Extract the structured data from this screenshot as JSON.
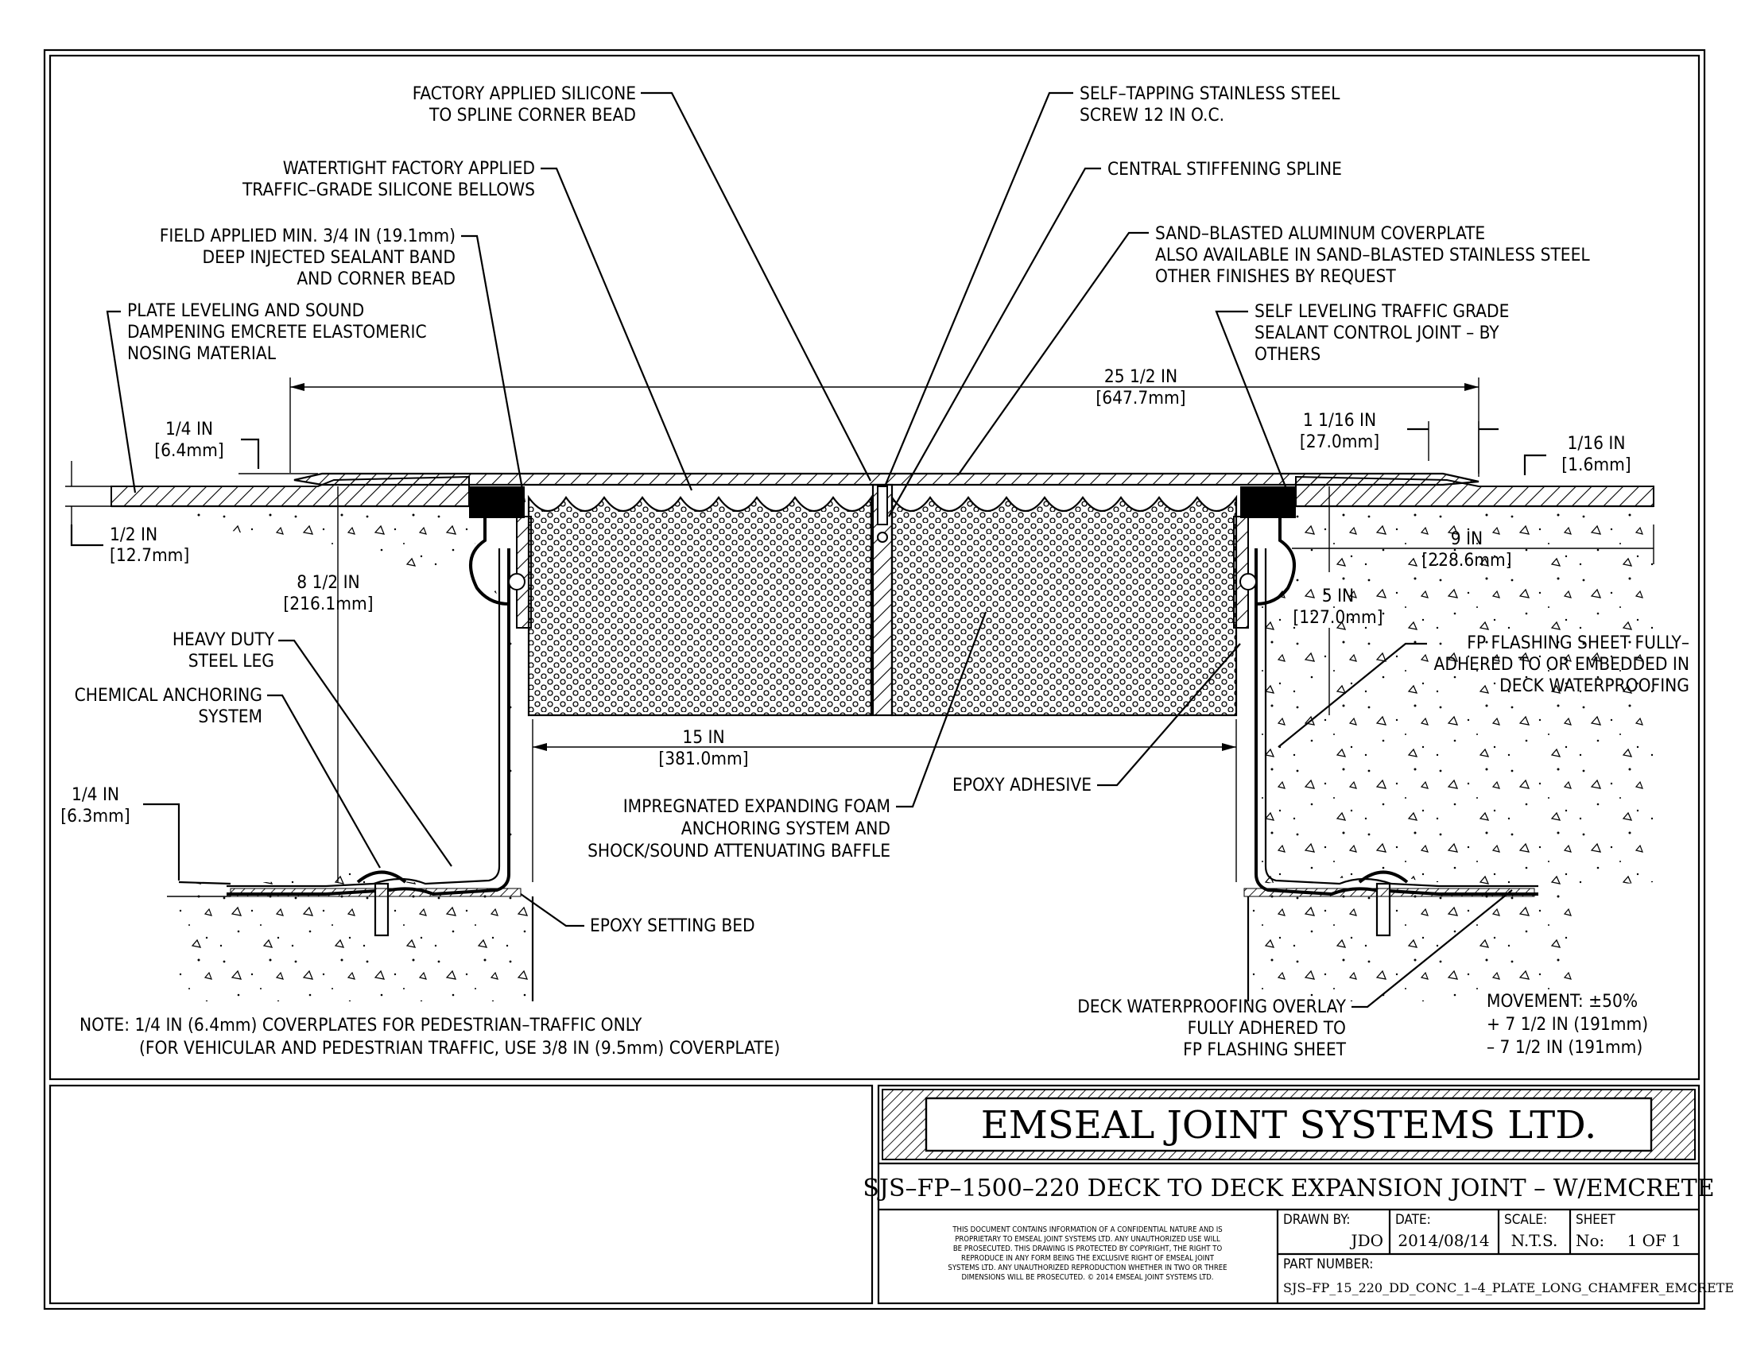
{
  "callouts": {
    "silicone_bead": [
      "FACTORY APPLIED SILICONE",
      "TO SPLINE CORNER BEAD"
    ],
    "bellows": [
      "WATERTIGHT FACTORY APPLIED",
      "TRAFFIC–GRADE SILICONE BELLOWS"
    ],
    "sealant_band": [
      "FIELD APPLIED MIN. 3/4 IN (19.1mm)",
      "DEEP INJECTED SEALANT BAND",
      "AND CORNER BEAD"
    ],
    "nosing": [
      "PLATE LEVELING AND SOUND",
      "DAMPENING EMCRETE ELASTOMERIC",
      "NOSING MATERIAL"
    ],
    "screw": [
      "SELF–TAPPING STAINLESS STEEL",
      "SCREW 12 IN O.C."
    ],
    "spline": [
      "CENTRAL STIFFENING SPLINE"
    ],
    "coverplate": [
      "SAND–BLASTED ALUMINUM COVERPLATE",
      "ALSO AVAILABLE IN SAND–BLASTED STAINLESS STEEL",
      "OTHER FINISHES BY REQUEST"
    ],
    "control_joint": [
      "SELF LEVELING TRAFFIC GRADE",
      "SEALANT CONTROL JOINT – BY",
      "OTHERS"
    ],
    "steel_leg": [
      "HEAVY DUTY",
      "STEEL LEG"
    ],
    "anchoring": [
      "CHEMICAL ANCHORING",
      "SYSTEM"
    ],
    "foam": [
      "IMPREGNATED EXPANDING FOAM",
      "ANCHORING SYSTEM AND",
      "SHOCK/SOUND ATTENUATING BAFFLE"
    ],
    "epoxy_adhesive": [
      "EPOXY ADHESIVE"
    ],
    "flashing": [
      "FP FLASHING SHEET FULLY–",
      "ADHERED TO OR EMBEDDED IN",
      "DECK WATERPROOFING"
    ],
    "setting_bed": [
      "EPOXY SETTING BED"
    ],
    "overlay": [
      "DECK WATERPROOFING OVERLAY",
      "FULLY ADHERED TO",
      "FP FLASHING SHEET"
    ]
  },
  "dimensions": {
    "overall": [
      "25 1/2 IN",
      "[647.7mm]"
    ],
    "plate_left": [
      "1/4 IN",
      "[6.4mm]"
    ],
    "nosing_depth": [
      "1/2 IN",
      "[12.7mm]"
    ],
    "leg_height": [
      "8 1/2 IN",
      "[216.1mm]"
    ],
    "gap": [
      "15 IN",
      "[381.0mm]"
    ],
    "flange": [
      "1/4 IN",
      "[6.3mm]"
    ],
    "chamfer": [
      "1 1/16 IN",
      "[27.0mm]"
    ],
    "plate_edge": [
      "1/16 IN",
      "[1.6mm]"
    ],
    "nosing_width": [
      "9 IN",
      "[228.6mm]"
    ],
    "spline_depth": [
      "5 IN",
      "[127.0mm]"
    ]
  },
  "note": [
    "NOTE: 1/4 IN (6.4mm) COVERPLATES FOR PEDESTRIAN–TRAFFIC ONLY",
    "(FOR VEHICULAR AND PEDESTRIAN TRAFFIC, USE 3/8 IN (9.5mm) COVERPLATE)"
  ],
  "movement": [
    "MOVEMENT: ±50%",
    "+ 7 1/2 IN (191mm)",
    "– 7 1/2 IN (191mm)"
  ],
  "title_block": {
    "company": "EMSEAL  JOINT  SYSTEMS  LTD.",
    "drawing_title": "SJS–FP–1500–220   DECK TO DECK EXPANSION JOINT  –  W/EMCRETE",
    "disclaimer": [
      "THIS DOCUMENT CONTAINS INFORMATION OF A CONFIDENTIAL NATURE AND IS",
      "PROPRIETARY TO EMSEAL JOINT SYSTEMS LTD. ANY UNAUTHORIZED USE WILL",
      "BE PROSECUTED. THIS DRAWING IS PROTECTED BY COPYRIGHT, THE RIGHT TO",
      "REPRODUCE IN ANY FORM BEING THE EXCLUSIVE RIGHT OF EMSEAL JOINT",
      "SYSTEMS LTD. ANY UNAUTHORIZED REPRODUCTION WHETHER IN TWO OR THREE",
      "DIMENSIONS WILL BE PROSECUTED. © 2014 EMSEAL JOINT SYSTEMS LTD."
    ],
    "drawn_by_label": "DRAWN BY:",
    "drawn_by": "JDO",
    "date_label": "DATE:",
    "date": "2014/08/14",
    "scale_label": "SCALE:",
    "scale": "N.T.S.",
    "sheet_label": "SHEET",
    "sheet_no_label": "No:",
    "sheet": "1 OF 1",
    "part_number_label": "PART NUMBER:",
    "part_number": "SJS–FP_15_220_DD_CONC_1–4_PLATE_LONG_CHAMFER_EMCRETE"
  }
}
